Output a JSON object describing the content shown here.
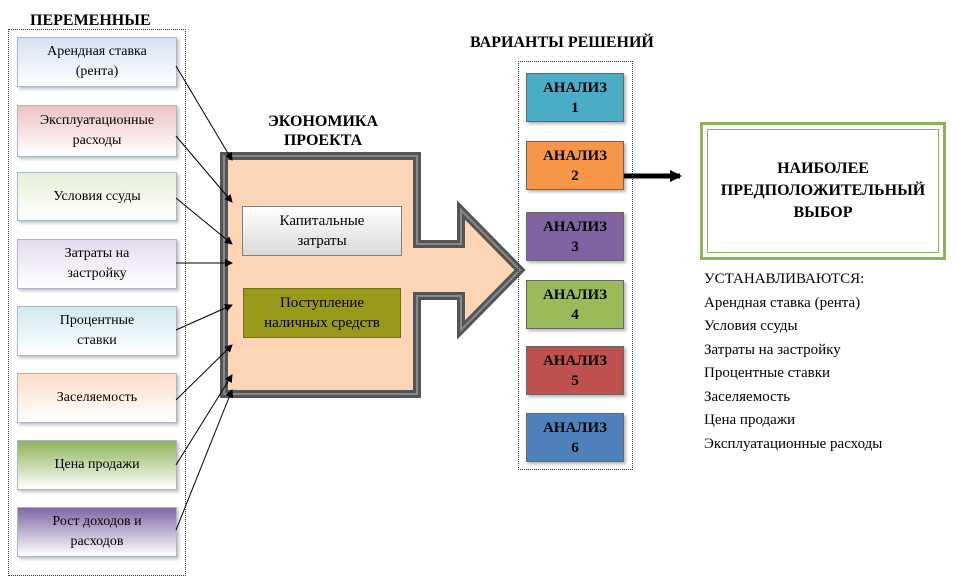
{
  "headers": {
    "variables": "ПЕРЕМЕННЫЕ",
    "economics_line1": "ЭКОНОМИКА",
    "economics_line2": "ПРОЕКТА",
    "solutions": "ВАРИАНТЫ РЕШЕНИЙ"
  },
  "variables": [
    {
      "line1": "Арендная ставка",
      "line2": "(рента)",
      "color": "#d7e1f3"
    },
    {
      "line1": "Эксплуатационные",
      "line2": "расходы",
      "color": "#ecc3c3"
    },
    {
      "line1": "Условия ссуды",
      "line2": "",
      "color": "#e6efd6"
    },
    {
      "line1": "Затраты на",
      "line2": "застройку",
      "color": "#e3dbed"
    },
    {
      "line1": "Процентные",
      "line2": "ставки",
      "color": "#cfe9f1"
    },
    {
      "line1": "Заселяемость",
      "line2": "",
      "color": "#fcddc6"
    },
    {
      "line1": "Цена продажи",
      "line2": "",
      "color": "#8db357"
    },
    {
      "line1": "Рост доходов и",
      "line2": "расходов",
      "color": "#7f67a5"
    }
  ],
  "project_boxes": {
    "capital_line1": "Капитальные",
    "capital_line2": "затраты",
    "cash_line1": "Поступление",
    "cash_line2": "наличных средств"
  },
  "analyses": [
    {
      "label": "АНАЛИЗ",
      "num": "1",
      "color": "#4aacc5"
    },
    {
      "label": "АНАЛИЗ",
      "num": "2",
      "color": "#f79646"
    },
    {
      "label": "АНАЛИЗ",
      "num": "3",
      "color": "#8064a2"
    },
    {
      "label": "АНАЛИЗ",
      "num": "4",
      "color": "#9bbb59"
    },
    {
      "label": "АНАЛИЗ",
      "num": "5",
      "color": "#c0504d"
    },
    {
      "label": "АНАЛИЗ",
      "num": "6",
      "color": "#4f81bd"
    }
  ],
  "best_choice": {
    "line1": "НАИБОЛЕЕ",
    "line2": "ПРЕДПОЛОЖИТЕЛЬНЫЙ",
    "line3": "ВЫБОР"
  },
  "established": {
    "title": "УСТАНАВЛИВАЮТСЯ:",
    "items": [
      "Арендная ставка (рента)",
      "Условия ссуды",
      "Затраты на застройку",
      "Процентные ставки",
      "Заселяемость",
      "Цена продажи",
      "Эксплуатационные расходы"
    ]
  },
  "colors": {
    "project_fill": "#fbd5b5",
    "project_border": "#555555",
    "capital_box": "#e8e8e8",
    "cash_box": "#9a9a1a",
    "best_choice_border": "#8db357"
  }
}
